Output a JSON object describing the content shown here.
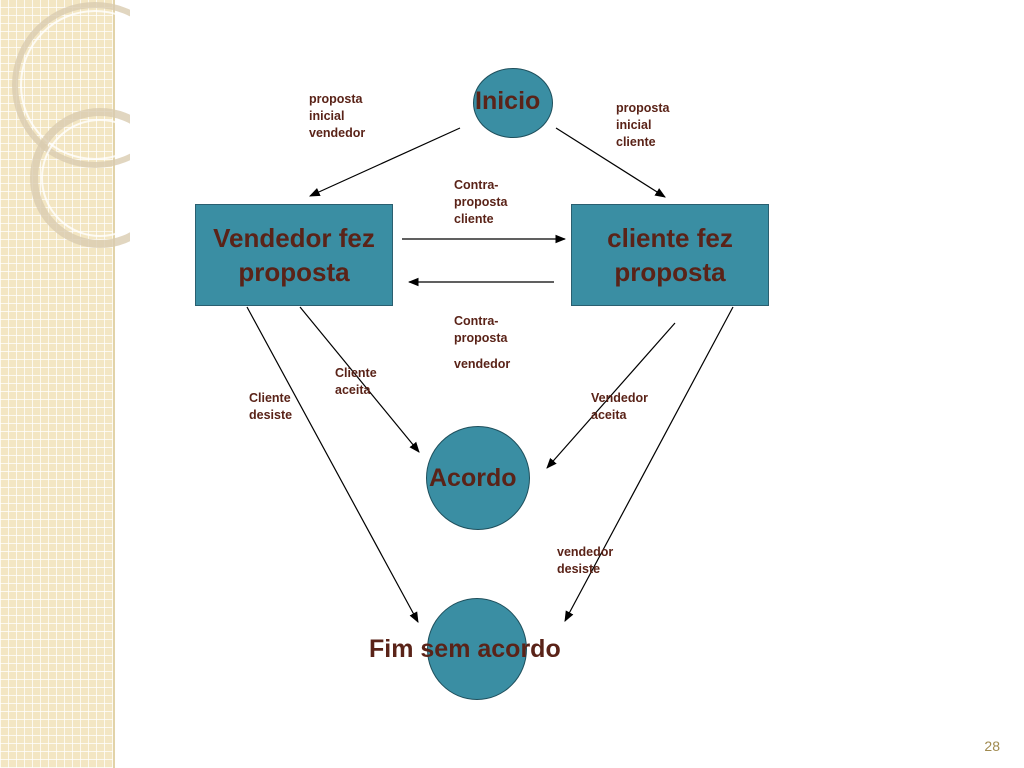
{
  "nodes": {
    "inicio": "Inicio",
    "vendedor_box": "Vendedor fez\nproposta",
    "cliente_box": "cliente fez\nproposta",
    "acordo": "Acordo",
    "fim": "Fim sem acordo"
  },
  "edge_labels": {
    "proposta_inicial_vendedor": "proposta\ninicial\nvendedor",
    "proposta_inicial_cliente": "proposta\ninicial\ncliente",
    "contra_proposta_cliente": "Contra-\nproposta\ncliente",
    "contra_proposta": "Contra-\nproposta",
    "vendedor": "vendedor",
    "cliente_aceita": "Cliente\naceita",
    "cliente_desiste": "Cliente\ndesiste",
    "vendedor_aceita": "Vendedor\naceita",
    "vendedor_desiste": "vendedor\ndesiste"
  },
  "page_number": "28"
}
